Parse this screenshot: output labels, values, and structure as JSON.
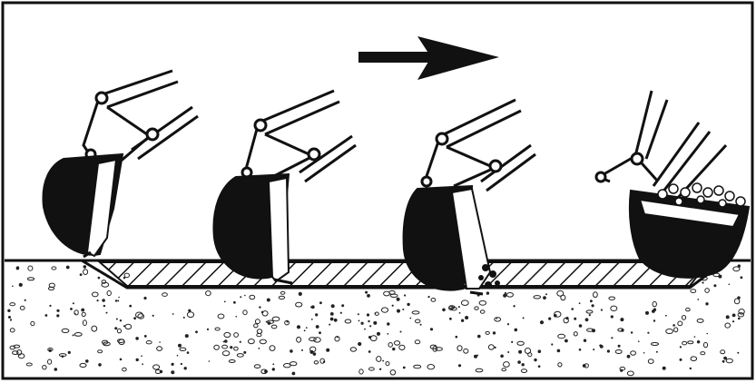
{
  "figure": {
    "ink_color": "#111111",
    "paper_color": "#ffffff",
    "ground_speck_color": "#222222",
    "direction": "left-to-right",
    "stages": [
      {
        "step": 1,
        "bucket": "empty",
        "action": "cutting-start"
      },
      {
        "step": 2,
        "bucket": "empty",
        "action": "skimming"
      },
      {
        "step": 3,
        "bucket": "partly-filled",
        "action": "filling"
      },
      {
        "step": 4,
        "bucket": "full",
        "action": "lifting"
      }
    ]
  }
}
